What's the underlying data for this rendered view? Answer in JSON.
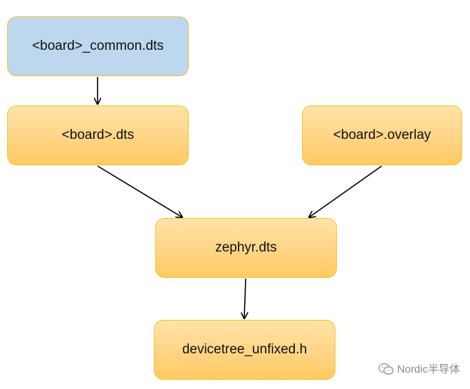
{
  "nodes": {
    "board_common": "<board>_common.dts",
    "board_dts": "<board>.dts",
    "board_overlay": "<board>.overlay",
    "zephyr_dts": "zephyr.dts",
    "devicetree_unfixed": "devicetree_unfixed.h"
  },
  "edges": [
    {
      "from": "board_common",
      "to": "board_dts"
    },
    {
      "from": "board_dts",
      "to": "zephyr_dts"
    },
    {
      "from": "board_overlay",
      "to": "zephyr_dts"
    },
    {
      "from": "zephyr_dts",
      "to": "devicetree_unfixed"
    }
  ],
  "watermark": {
    "text": "Nordic半导体",
    "icon": "wechat-icon"
  },
  "colors": {
    "blue_fill": "#bdd7ee",
    "orange_fill": "#ffd485",
    "border": "#f2c230"
  }
}
